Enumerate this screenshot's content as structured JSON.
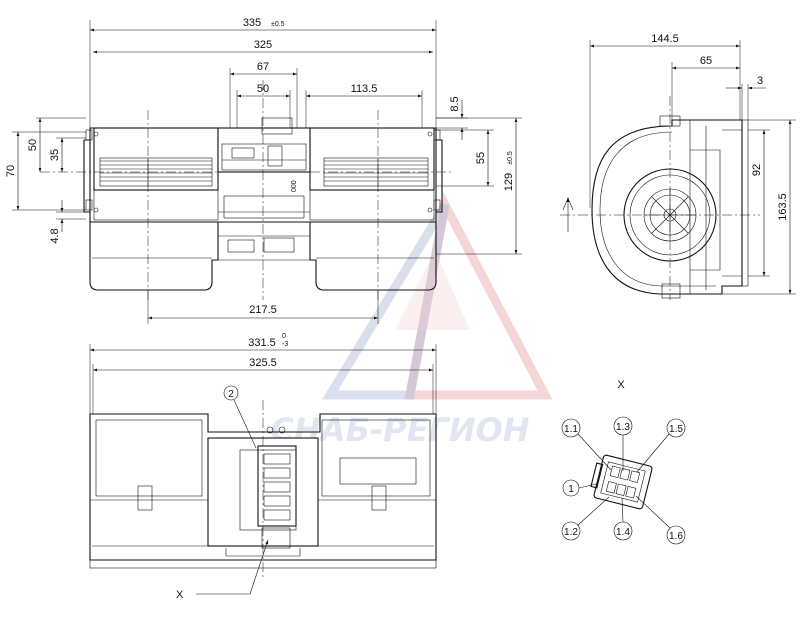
{
  "dims": {
    "d335": "335",
    "d335_tol": "±0.5",
    "d325": "325",
    "d67": "67",
    "d50": "50",
    "d113_5": "113.5",
    "d8_5": "8.5",
    "d70": "70",
    "d50_left": "50",
    "d35": "35",
    "d4_8": "4.8",
    "d55": "55",
    "d129": "129",
    "d129_tol": "±0.5",
    "d217_5": "217.5",
    "d331_5": "331.5",
    "d331_5_tol_up": "0",
    "d331_5_tol_dn": "-3",
    "d325_5": "325.5",
    "d144_5": "144.5",
    "d65": "65",
    "d3": "3",
    "d92": "92",
    "d163_5": "163.5"
  },
  "labels": {
    "callout_2": "2",
    "view_x": "X",
    "x_title": "X",
    "pins": [
      "1.1",
      "1.3",
      "1.5",
      "1",
      "1.2",
      "1.4",
      "1.6"
    ],
    "small_code": "000"
  },
  "watermark": {
    "text": "СНАБ-РЕГИОН",
    "colors": {
      "triangle_red": "#e9a3a6",
      "triangle_blue": "#aeb9da",
      "text": "#c9d3ea"
    }
  }
}
